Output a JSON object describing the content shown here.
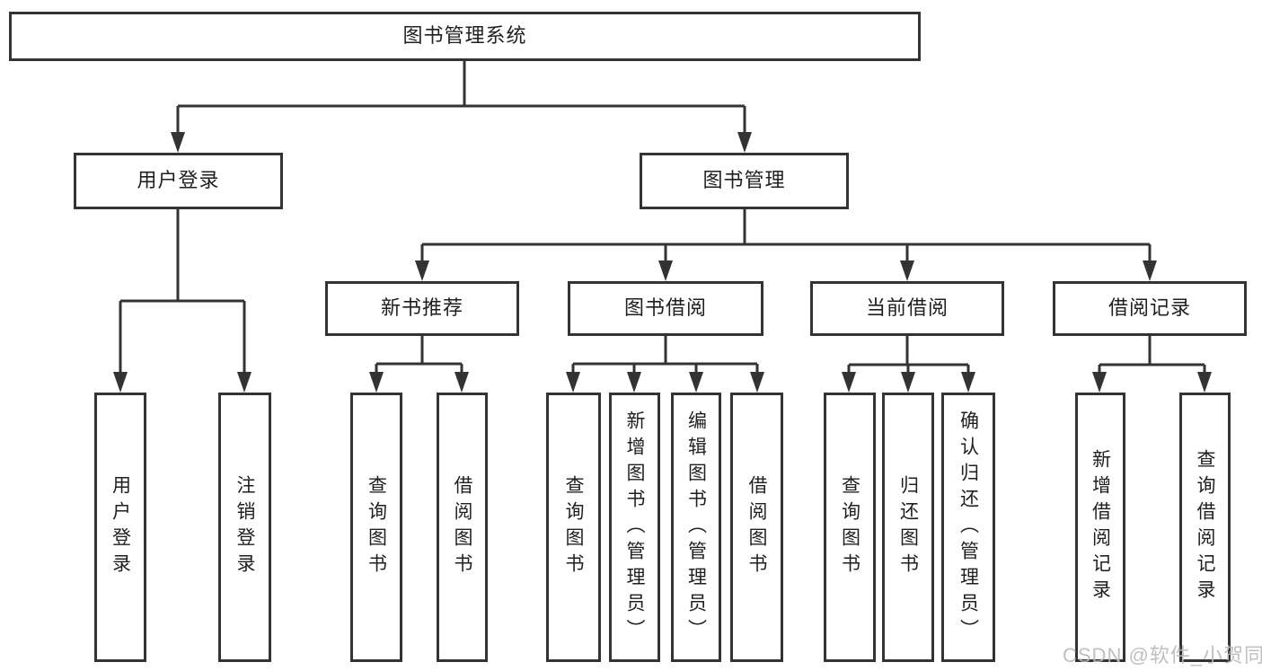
{
  "nodes": {
    "root": "图书管理系统",
    "user_login": "用户登录",
    "book_mgmt": "图书管理",
    "new_book_rec": "新书推荐",
    "book_borrow": "图书借阅",
    "current_borrow": "当前借阅",
    "borrow_records": "借阅记录",
    "ul_user_login": "用户登录",
    "ul_logout": "注销登录",
    "nb_query_book": "查询图书",
    "nb_borrow_book": "借阅图书",
    "bb_query_book": "查询图书",
    "bb_add_book": "新增图书（管理员）",
    "bb_edit_book": "编辑图书（管理员）",
    "bb_borrow_book": "借阅图书",
    "cb_query_book": "查询图书",
    "cb_return_book": "归还图书",
    "cb_confirm_return": "确认归还（管理员）",
    "br_add_record": "新增借阅记录",
    "br_query_record": "查询借阅记录"
  },
  "watermark": "CSDN @软件_小贺同学",
  "colors": {
    "line": "#333333",
    "box_border": "#333333",
    "text": "#1f1f1f",
    "watermark": "#b9b9b9",
    "background": "#ffffff"
  }
}
